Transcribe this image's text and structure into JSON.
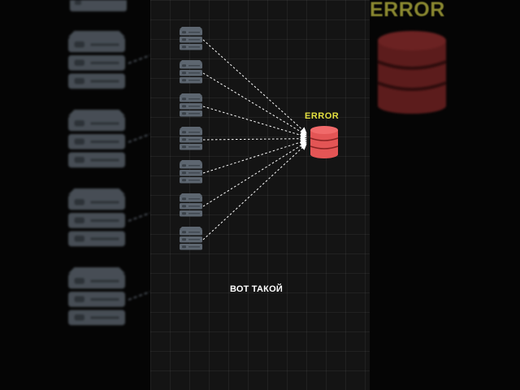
{
  "diagram": {
    "error_label": "ERROR",
    "caption": "ВОТ ТАКОЙ",
    "server_count": 7,
    "colors": {
      "server_body": "#5d6670",
      "server_stripe": "#3a4148",
      "database": "#e35555",
      "database_dark": "#b23a3a",
      "error_text": "#e3df3f",
      "arrow": "#ffffff"
    },
    "icons": {
      "server": "server-rack-icon",
      "database": "database-icon"
    }
  }
}
